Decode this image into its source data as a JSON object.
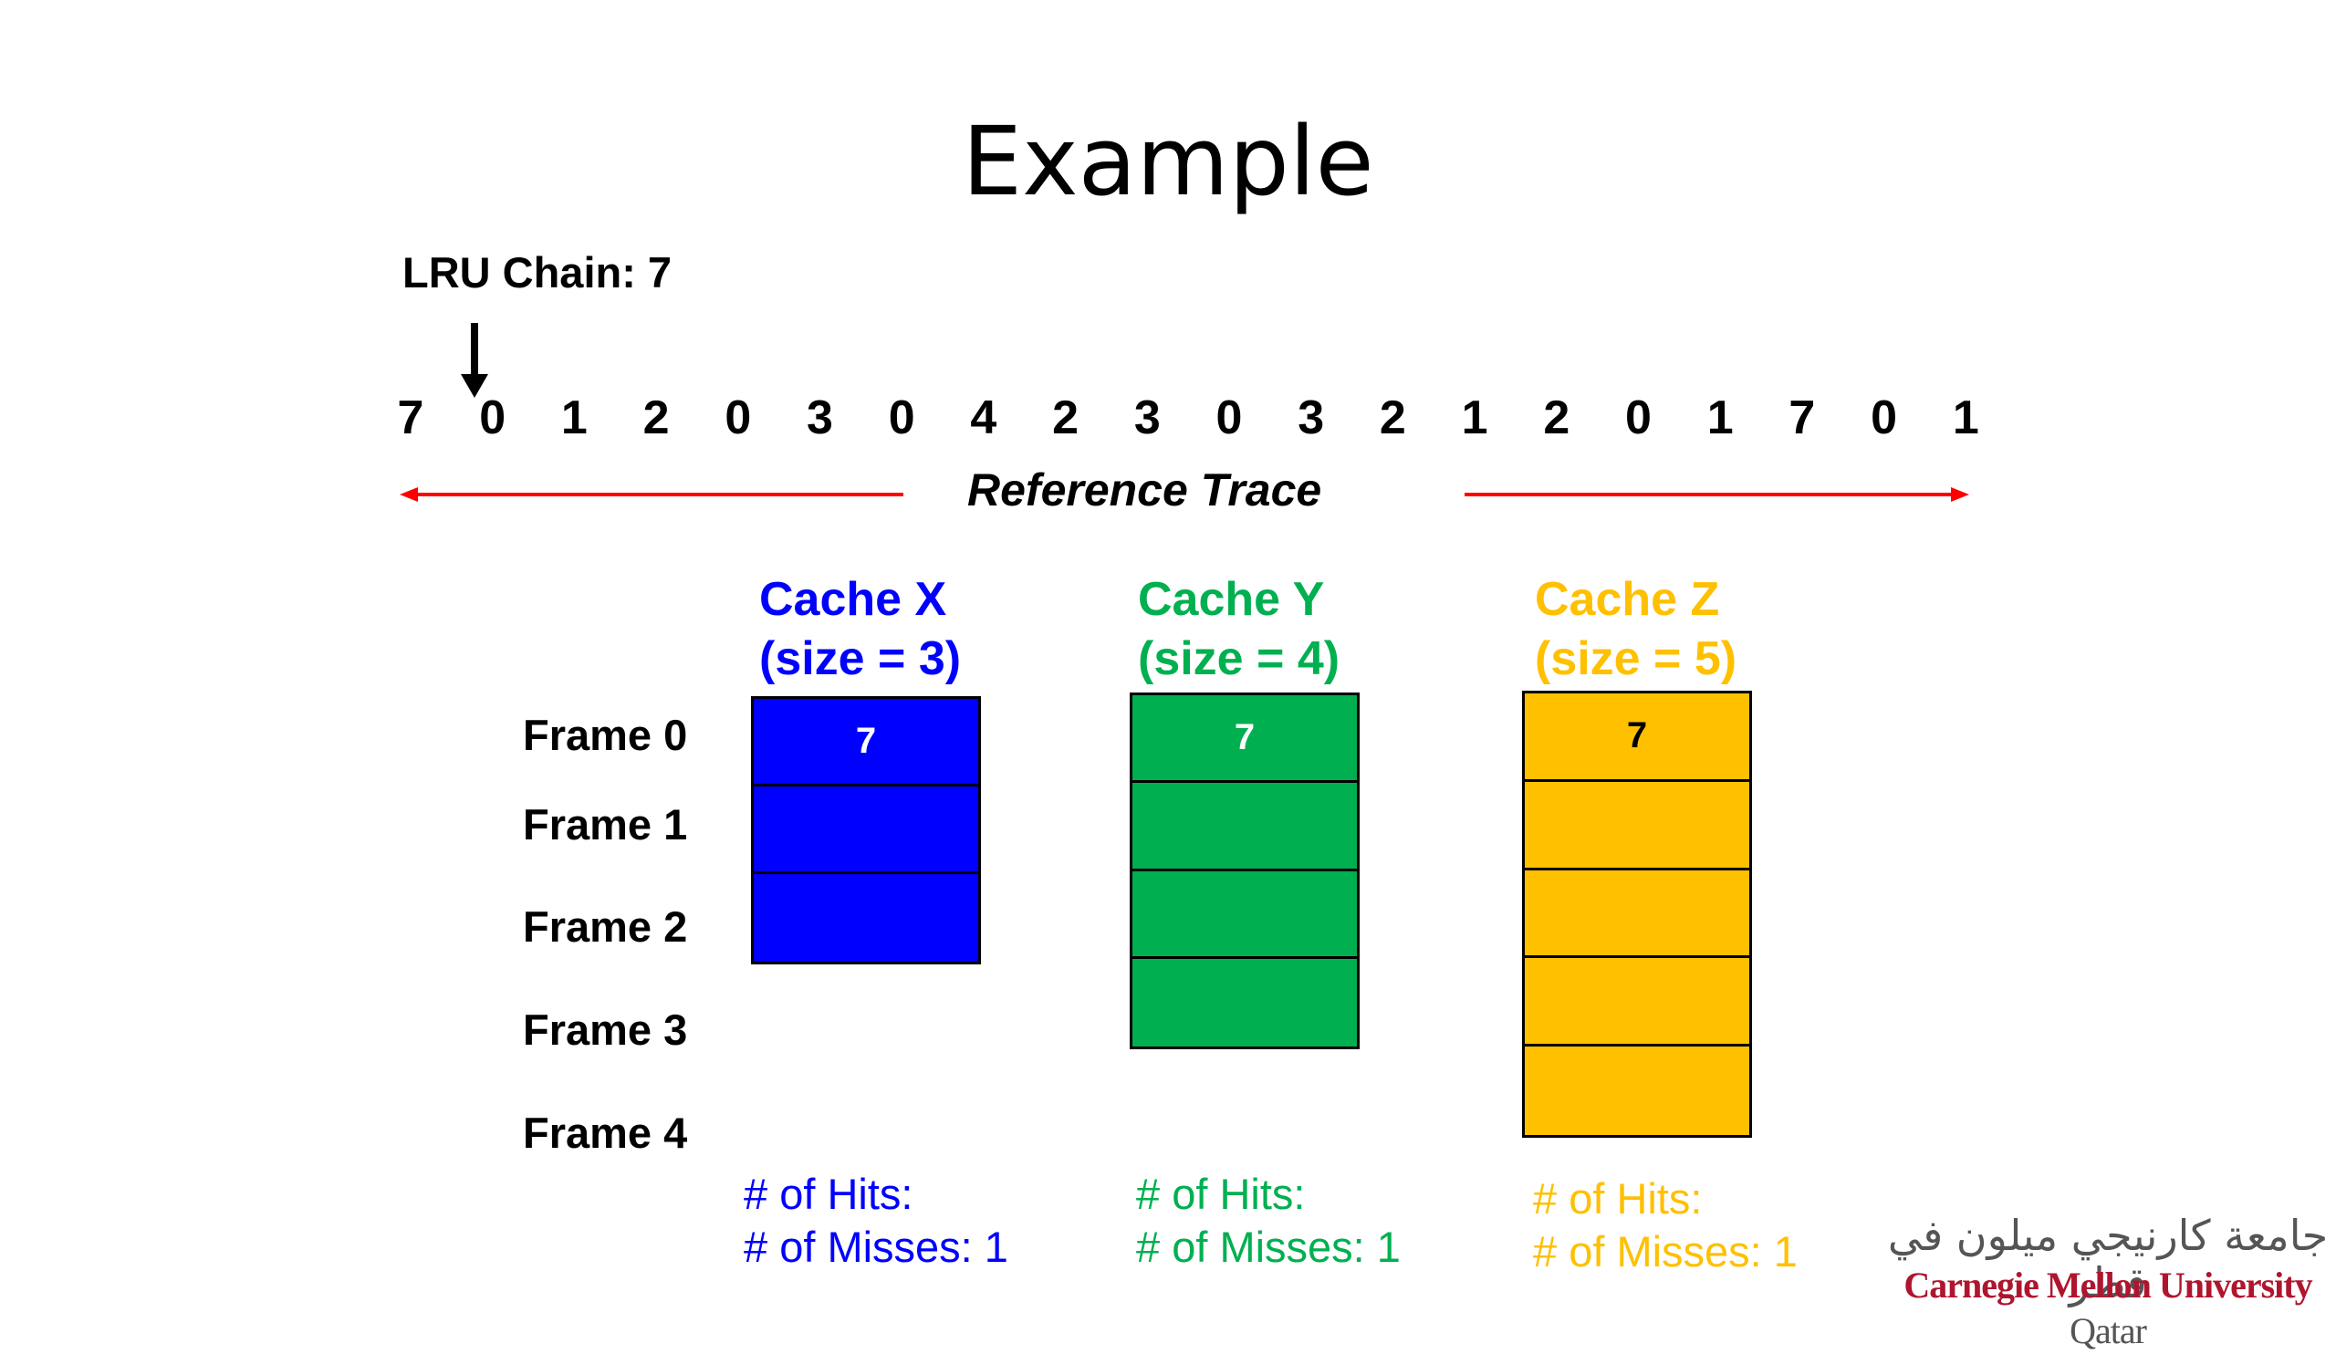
{
  "title": "Example",
  "lru_chain": "LRU Chain: 7",
  "reference_trace": {
    "label": "Reference Trace",
    "sequence": [
      "7",
      "0",
      "1",
      "2",
      "0",
      "3",
      "0",
      "4",
      "2",
      "3",
      "0",
      "3",
      "2",
      "1",
      "2",
      "0",
      "1",
      "7",
      "0",
      "1"
    ]
  },
  "frame_labels": [
    "Frame 0",
    "Frame 1",
    "Frame 2",
    "Frame 3",
    "Frame 4"
  ],
  "caches": [
    {
      "name": "Cache X",
      "size_label": "(size = 3)",
      "color": "#0000ff",
      "text_color": "#ffffff",
      "frames": [
        "7",
        "",
        ""
      ],
      "hits_label": "# of Hits:",
      "misses_label": "# of Misses: 1"
    },
    {
      "name": "Cache Y",
      "size_label": "(size = 4)",
      "color": "#00b050",
      "text_color": "#ffffff",
      "frames": [
        "7",
        "",
        "",
        ""
      ],
      "hits_label": "# of Hits:",
      "misses_label": "# of Misses: 1"
    },
    {
      "name": "Cache Z",
      "size_label": "(size = 5)",
      "color": "#ffc000",
      "text_color": "#000000",
      "frames": [
        "7",
        "",
        "",
        "",
        ""
      ],
      "hits_label": "# of Hits:",
      "misses_label": "# of Misses: 1"
    }
  ],
  "logo": {
    "arabic": "جامعة كارنيجي ميلون في قطر",
    "english": "Carnegie Mellon University",
    "english_suffix": "Qatar"
  }
}
